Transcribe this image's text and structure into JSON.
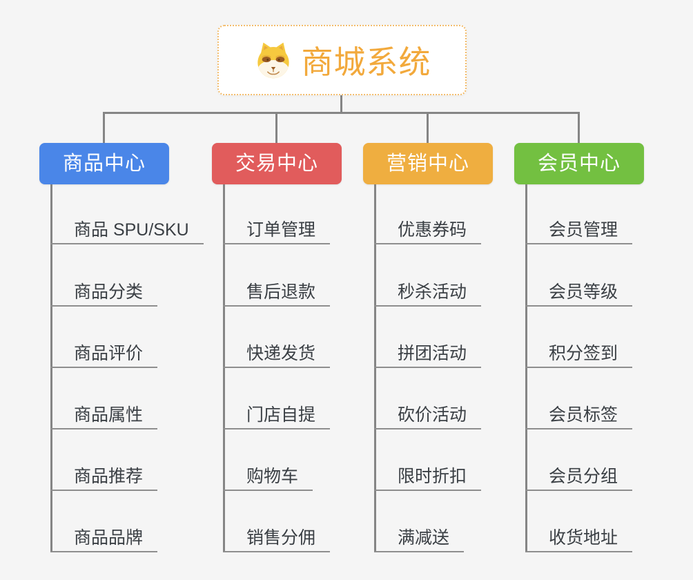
{
  "root": {
    "title": "商城系统",
    "icon": "doge-icon",
    "border_color": "#f3bc6b",
    "title_color": "#f2a93c"
  },
  "colors": {
    "background": "#f5f5f5",
    "connector": "#858585",
    "item_underline": "#8e8e8e",
    "item_text": "#3a3f44"
  },
  "branches": [
    {
      "label": "商品中心",
      "color": "#4a86e8",
      "items": [
        "商品 SPU/SKU",
        "商品分类",
        "商品评价",
        "商品属性",
        "商品推荐",
        "商品品牌"
      ]
    },
    {
      "label": "交易中心",
      "color": "#e15c5c",
      "items": [
        "订单管理",
        "售后退款",
        "快递发货",
        "门店自提",
        "购物车",
        "销售分佣"
      ]
    },
    {
      "label": "营销中心",
      "color": "#efae40",
      "items": [
        "优惠券码",
        "秒杀活动",
        "拼团活动",
        "砍价活动",
        "限时折扣",
        "满减送"
      ]
    },
    {
      "label": "会员中心",
      "color": "#73c041",
      "items": [
        "会员管理",
        "会员等级",
        "积分签到",
        "会员标签",
        "会员分组",
        "收货地址"
      ]
    }
  ]
}
